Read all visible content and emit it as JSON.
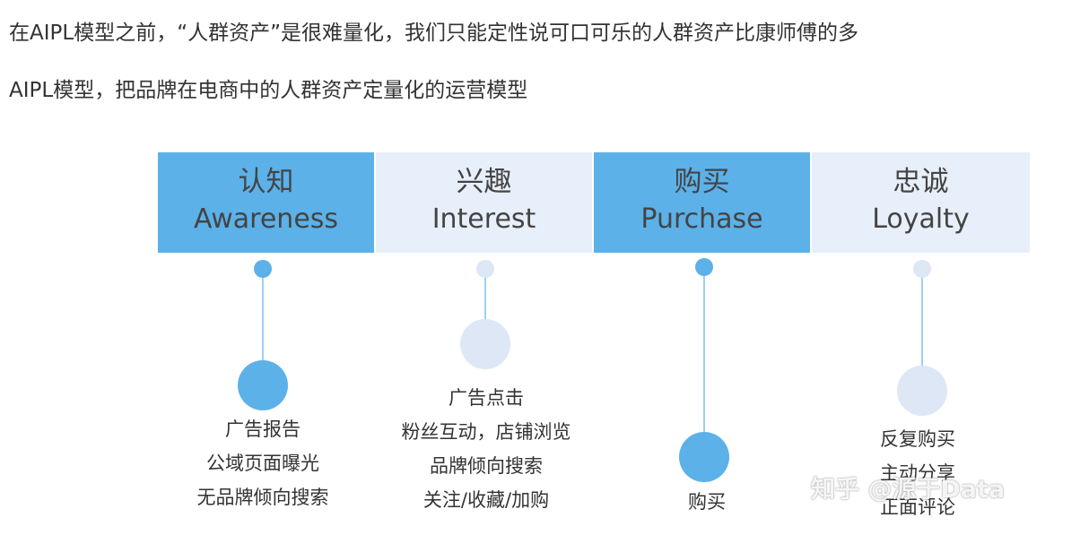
{
  "intro": {
    "line1": "在AIPL模型之前，“人群资产”是很难量化，我们只能定性说可口可乐的人群资产比康师傅的多",
    "line2": "AIPL模型，把品牌在电商中的人群资产定量化的运营模型"
  },
  "stages": [
    {
      "cn": "认知",
      "en": "Awareness"
    },
    {
      "cn": "兴趣",
      "en": "Interest"
    },
    {
      "cn": "购买",
      "en": "Purchase"
    },
    {
      "cn": "忠诚",
      "en": "Loyalty"
    }
  ],
  "actions": {
    "awareness": [
      "广告报告",
      "公域页面曝光",
      "无品牌倾向搜索"
    ],
    "interest": [
      "广告点击",
      "粉丝互动，店铺浏览",
      "品牌倾向搜索",
      "关注/收藏/加购"
    ],
    "purchase": [
      "购买"
    ],
    "loyalty": [
      "反复购买",
      "主动分享",
      "正面评论"
    ]
  },
  "colors": {
    "accent_blue": "#5cb1e9",
    "pale_blue": "#e7effa",
    "dot_pale": "#dde7f6",
    "line": "#9fd0f0"
  },
  "watermark": "知乎 @源于Data"
}
